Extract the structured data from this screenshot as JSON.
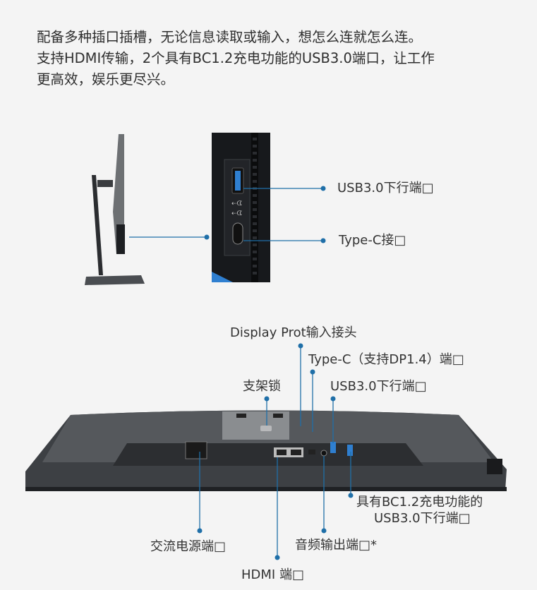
{
  "intro": {
    "lines": [
      "配备多种插口插槽，无论信息读取或输入，想怎么连就怎么连。",
      "支持HDMI传输，2个具有BC1.2充电功能的USB3.0端口，让工作",
      "更高效，娱乐更尽兴。"
    ]
  },
  "side_view": {
    "labels": {
      "usb": "USB3.0下行端□",
      "typec": "Type-C接□"
    }
  },
  "bottom_view": {
    "labels": {
      "displayport": "Display Prot输入接头",
      "typec_dp": "Type-C（支持DP1.4）端□",
      "stand_lock": "支架锁",
      "usb_down": "USB3.0下行端□",
      "bc12_line1": "具有BC1.2充电功能的",
      "bc12_line2": "USB3.0下行端□",
      "ac_power": "交流电源端□",
      "audio_out": "音频输出端□*",
      "hdmi": "HDMI 端□"
    }
  },
  "colors": {
    "background": "#f4f4f4",
    "callout": "#1f6fa8",
    "usb_blue": "#2f7fd0"
  }
}
